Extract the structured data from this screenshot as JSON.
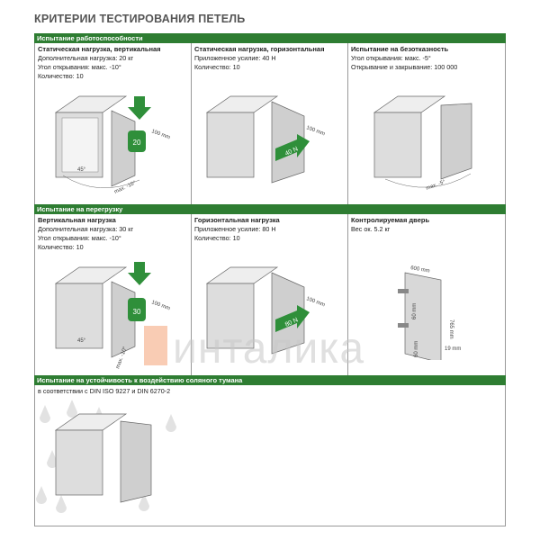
{
  "title": "КРИТЕРИИ ТЕСТИРОВАНИЯ ПЕТЕЛЬ",
  "sections": [
    {
      "header": "Испытание работоспособности",
      "cells": [
        {
          "heading": "Статическая нагрузка, вертикальная",
          "lines": [
            "Дополнительная нагрузка: 20 кг",
            "Угол открывания: макс. -10°",
            "Количество: 10"
          ],
          "fig": {
            "dist": "100 mm",
            "weight": "20",
            "angle": "45°",
            "max": "max. -10°"
          }
        },
        {
          "heading": "Статическая нагрузка, горизонтальная",
          "lines": [
            "Приложенное усилие: 40 Н",
            "Количество: 10"
          ],
          "fig": {
            "dist": "100 mm",
            "force": "40 N"
          }
        },
        {
          "heading": "Испытание на безотказность",
          "lines": [
            "Угол открывания: макс. -5°",
            "Открывание и закрывание: 100 000"
          ],
          "fig": {
            "max": "max. -5°"
          }
        }
      ]
    },
    {
      "header": "Испытание на перегрузку",
      "cells": [
        {
          "heading": "Вертикальная нагрузка",
          "lines": [
            "Дополнительная нагрузка: 30 кг",
            "Угол открывания: макс. -10°",
            "Количество: 10"
          ],
          "fig": {
            "dist": "100 mm",
            "weight": "30",
            "angle": "45°",
            "max": "max. -10°"
          }
        },
        {
          "heading": "Горизонтальная нагрузка",
          "lines": [
            "Приложенное усилие: 80 Н",
            "Количество: 10"
          ],
          "fig": {
            "dist": "100 mm",
            "force": "80 N"
          }
        },
        {
          "heading": "Контролируемая дверь",
          "lines": [
            "Вес ок. 5.2 кг"
          ],
          "fig": {
            "width": "600 mm",
            "height": "765 mm",
            "hinge_gap": "60 mm",
            "bottom": "60 mm",
            "thickness": "19 mm"
          }
        }
      ]
    },
    {
      "header": "Испытание на устойчивость к воздействию соляного тумана",
      "lines": [
        "в соответствии с DIN ISO 9227 и DIN 6270-2"
      ]
    }
  ],
  "watermark": "инталика",
  "colors": {
    "green": "#2e7d32",
    "arrow": "#2f8f3a"
  }
}
